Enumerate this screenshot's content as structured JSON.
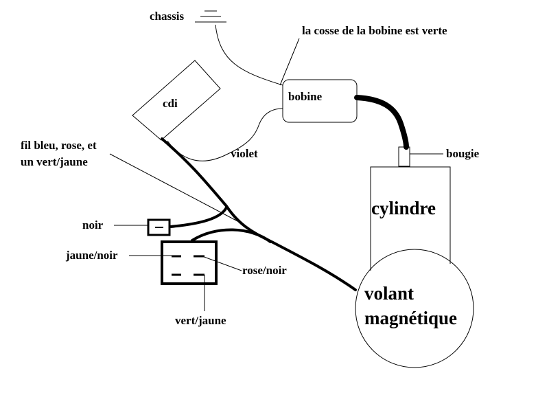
{
  "labels": {
    "chassis": "chassis",
    "cosse_note": "la cosse de la bobine est verte",
    "cdi": "cdi",
    "bobine": "bobine",
    "wire_note_line1": "fil bleu, rose, et",
    "wire_note_line2": "un vert/jaune",
    "violet": "violet",
    "bougie": "bougie",
    "cylindre": "cylindre",
    "noir": "noir",
    "jaune_noir": "jaune/noir",
    "rose_noir": "rose/noir",
    "vert_jaune": "vert/jaune",
    "volant_line1": "volant",
    "volant_line2": "magnétique"
  }
}
